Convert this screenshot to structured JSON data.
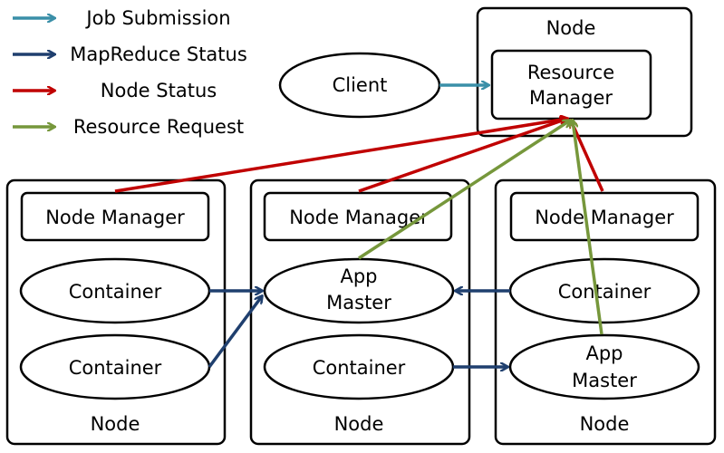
{
  "legend": {
    "job_submission": "Job Submission",
    "mapreduce_status": "MapReduce Status",
    "node_status": "Node Status",
    "resource_request": "Resource Request"
  },
  "colors": {
    "job_submission": "#3a8fa8",
    "mapreduce_status": "#1f3f6e",
    "node_status": "#c00000",
    "resource_request": "#76973b"
  },
  "top_node": {
    "label": "Node",
    "resource_manager": [
      "Resource",
      "Manager"
    ],
    "client": "Client"
  },
  "nodes": [
    {
      "label": "Node",
      "node_manager": "Node Manager",
      "slot1": [
        "Container"
      ],
      "slot2": [
        "Container"
      ]
    },
    {
      "label": "Node",
      "node_manager": "Node Manager",
      "slot1": [
        "App",
        "Master"
      ],
      "slot2": [
        "Container"
      ]
    },
    {
      "label": "Node",
      "node_manager": "Node Manager",
      "slot1": [
        "Container"
      ],
      "slot2": [
        "App",
        "Master"
      ]
    }
  ]
}
